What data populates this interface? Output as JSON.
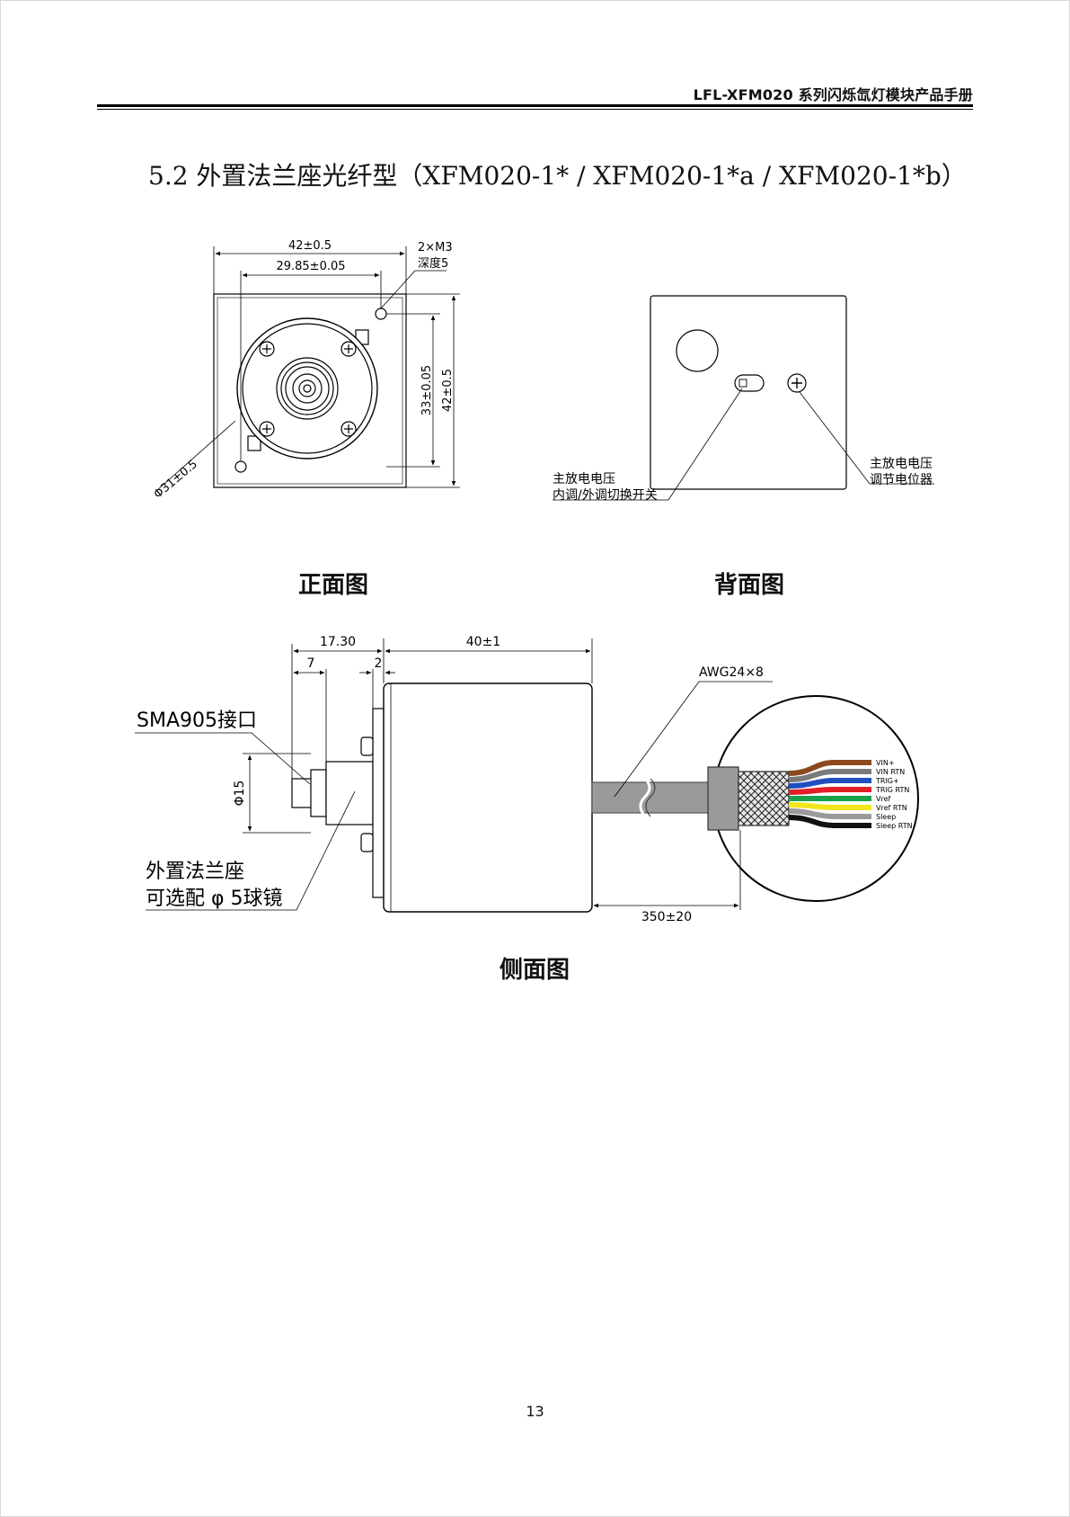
{
  "header": {
    "title": "LFL-XFM020 系列闪烁氙灯模块产品手册"
  },
  "section": {
    "title": "5.2 外置法兰座光纤型（XFM020-1* / XFM020-1*a / XFM020-1*b）"
  },
  "front_view": {
    "caption": "正面图",
    "dim_width": "42±0.5",
    "dim_hole_spacing": "29.85±0.05",
    "screw_note_line1": "2×M3",
    "screw_note_line2": "深度5",
    "dim_height_inner": "33±0.05",
    "dim_height_outer": "42±0.5",
    "dim_diameter": "Φ31±0.5"
  },
  "back_view": {
    "caption": "背面图",
    "switch_label_line1": "主放电电压",
    "switch_label_line2": "内调/外调切换开关",
    "pot_label_line1": "主放电电压",
    "pot_label_line2": "调节电位器"
  },
  "side_view": {
    "caption": "侧面图",
    "dim_total": "17.30",
    "dim_left": "7",
    "dim_small": "2",
    "dim_body": "40±1",
    "dim_diameter": "Φ15",
    "dim_cable": "350±20",
    "cable_spec": "AWG24×8",
    "connector_label": "SMA905接口",
    "flange_label_line1": "外置法兰座",
    "flange_label_line2": "可选配 φ 5球镜",
    "wires": [
      {
        "label": "VIN+",
        "color": "#8b4a1e"
      },
      {
        "label": "VIN RTN",
        "color": "#7a7a7a"
      },
      {
        "label": "TRIG+",
        "color": "#1f4fbf"
      },
      {
        "label": "TRIG RTN",
        "color": "#e21f26"
      },
      {
        "label": "Vref",
        "color": "#18a34a"
      },
      {
        "label": "Vref RTN",
        "color": "#f2e51b"
      },
      {
        "label": "Sleep",
        "color": "#9a9a9a"
      },
      {
        "label": "Sleep RTN",
        "color": "#111111"
      }
    ]
  },
  "page": {
    "number": "13"
  }
}
